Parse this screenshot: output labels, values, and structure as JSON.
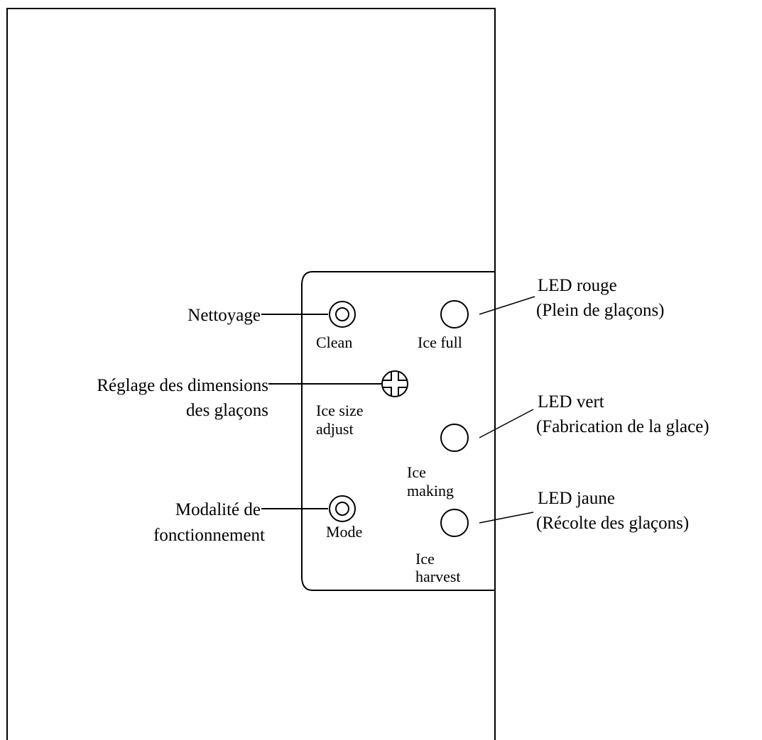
{
  "panel": {
    "clean": "Clean",
    "ice_full": "Ice full",
    "ice_size_adjust_line1": "Ice size",
    "ice_size_adjust_line2": "adjust",
    "ice_making_line1": "Ice",
    "ice_making_line2": "making",
    "mode": "Mode",
    "ice_harvest_line1": "Ice",
    "ice_harvest_line2": "harvest"
  },
  "callouts": {
    "nettoyage": "Nettoyage",
    "reglage_line1": "Réglage des dimensions",
    "reglage_line2": "des glaçons",
    "modalite_line1": "Modalité de",
    "modalite_line2": "fonctionnement",
    "led_rouge_line1": "LED rouge",
    "led_rouge_line2": "(Plein de glaçons)",
    "led_vert_line1": "LED vert",
    "led_vert_line2": "(Fabrication de la glace)",
    "led_jaune_line1": "LED jaune",
    "led_jaune_line2": "(Récolte des glaçons)"
  }
}
